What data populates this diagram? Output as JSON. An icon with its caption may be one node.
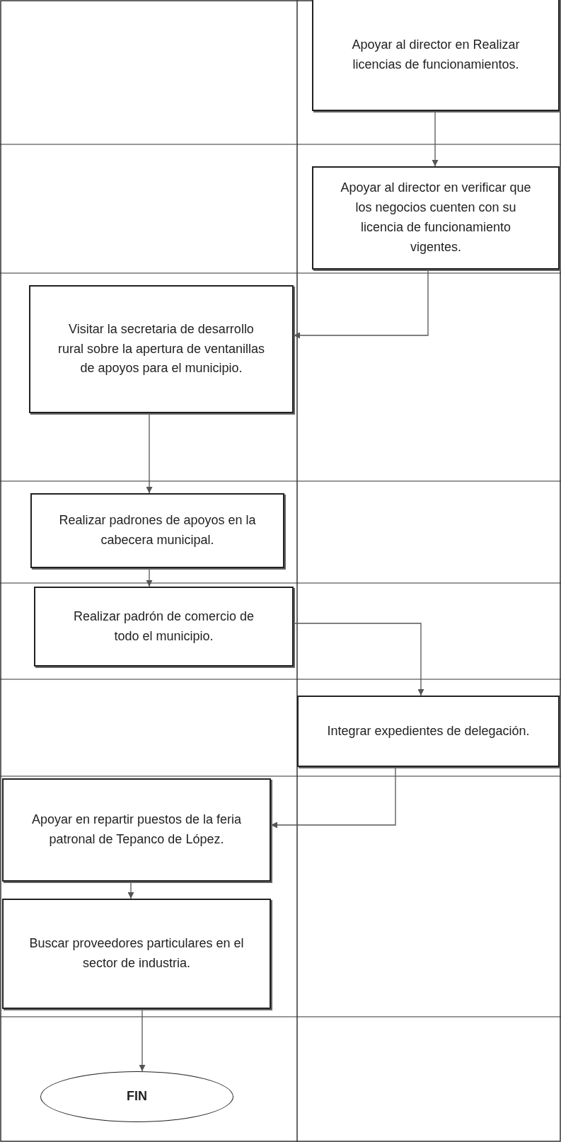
{
  "diagram": {
    "nodes": [
      {
        "text": [
          "Apoyar al director en Realizar licencias de funcionamientos."
        ]
      },
      {
        "text": [
          "Apoyar al director en verificar que los negocios cuenten con su licencia de funcionamiento vigentes."
        ]
      },
      {
        "text": [
          "Visitar la secretaria de desarrollo rural sobre la apertura de ventanillas de apoyos para el municipio."
        ]
      },
      {
        "text": [
          "Realizar padrones de apoyos en la cabecera municipal."
        ]
      },
      {
        "text": [
          "Realizar padrón de comercio de todo el municipio."
        ]
      },
      {
        "text": [
          "Integrar expedientes de delegación."
        ]
      },
      {
        "text": [
          "Apoyar en repartir puestos de la feria patronal de Tepanco de López."
        ]
      },
      {
        "text": [
          "Buscar proveedores particulares en el sector de industria."
        ]
      },
      {
        "text": [
          "FIN"
        ]
      }
    ],
    "edges": [
      {
        "from": 0,
        "to": 1,
        "arrow": "to"
      },
      {
        "from": 1,
        "to": 2,
        "arrow": "to"
      },
      {
        "from": 2,
        "to": 3,
        "arrow": "to"
      },
      {
        "from": 3,
        "to": 4,
        "arrow": "to"
      },
      {
        "from": 4,
        "to": 5,
        "arrow": "to"
      },
      {
        "from": 5,
        "to": 6,
        "arrow": "to"
      },
      {
        "from": 6,
        "to": 7,
        "arrow": "to"
      },
      {
        "from": 7,
        "to": 8,
        "arrow": "to"
      }
    ]
  }
}
